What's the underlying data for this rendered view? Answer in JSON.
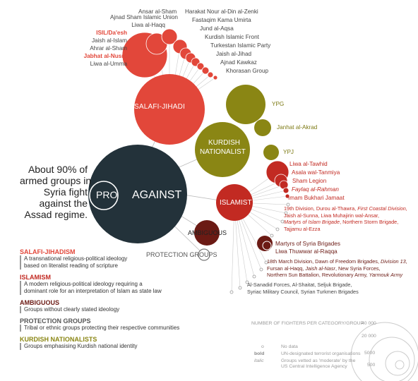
{
  "headline": "About 90% of armed groups in Syria fight against the Assad regime.",
  "headline_lines": [
    "About 90% of",
    "armed groups in",
    "Syria fight",
    "against the",
    "Assad regime."
  ],
  "circles": {
    "pro": "PRO",
    "against": "AGAINST",
    "salafi": "SALAFI-JIHADI",
    "kurdish_line1": "KURDISH",
    "kurdish_line2": "NATIONALIST",
    "islamist": "ISLAMIST",
    "ambiguous": "AMBIGUOUS",
    "protection": "PROTECTION GROUPS"
  },
  "groups": {
    "top_right": [
      "Ansar al-Sham",
      "Harakat Nour al-Din al-Zenki",
      "Fastaqim Kama Umirta",
      "Jund al-Aqsa",
      "Kurdish Islamic Front",
      "Turkestan Islamic Party",
      "Jaish al-Jihad",
      "Ajnad Kawkaz",
      "Khorasan Group"
    ],
    "top_left": [
      "Ajnad Sham Islamic Union",
      "Liwa al-Haqq",
      "ISIL/Da'esh",
      "Jaish al-Islam",
      "Ahrar al-Sham",
      "Jabhat al-Nusra",
      "Liwa al-Umma"
    ],
    "kurdish": [
      "YPG",
      "Janhat al-Akrad",
      "YPJ"
    ],
    "islamist_1": [
      "Liwa al-Tawhid",
      "Asala wal-Tanmiya",
      "Sham Legion",
      "Faylaq al-Rahman",
      "Imam Bukhari Jamaat"
    ],
    "islamist_2_l1a": "19th Division, Durou al-Thawra, ",
    "islamist_2_l1b": "First Coastal Division,",
    "islamist_2_l2": "Jaish al-Sunna, Liwa Muhajirin wal-Ansar,",
    "islamist_2_l3a": "Martyrs of Islam Brigade",
    "islamist_2_l3b": ", Northern Storm Brigade,",
    "islamist_2_l4": "Tajjamu al-Ezza",
    "ambiguous": [
      "Martyrs of Syria Brigades",
      "Liwa Thuwwar al-Raqqa"
    ],
    "ambiguous_2_l1a": "18th March Division, Dawn of Freedom Brigades, ",
    "ambiguous_2_l1b": "Division 13,",
    "ambiguous_2_l2a": "Fursan al-Haqq, ",
    "ambiguous_2_l2b": "Jaish al-Nasr",
    "ambiguous_2_l2c": ", New Syria Forces,",
    "ambiguous_2_l3a": "Northern Sun Battalion, Revolutionary Army, ",
    "ambiguous_2_l3b": "Yarmouk Army",
    "protection": [
      "Al-Sanadid Forces, Al-Shaitat, Seljuk Brigade,",
      "Syriac Military Council, Syrian Turkmen Brigades"
    ]
  },
  "definitions": [
    {
      "title": "SALAFI-JIHADISM",
      "color": "#e2473a",
      "lines": [
        "A transnational religious-political ideology",
        "based on literalist reading of scripture"
      ]
    },
    {
      "title": "ISLAMISM",
      "color": "#c22a22",
      "lines": [
        "A modern religious-political ideology requiring a",
        "dominant role for an interpretation of Islam as state law"
      ]
    },
    {
      "title": "AMBIGUOUS",
      "color": "#6b1a14",
      "lines": [
        "Groups without clearly stated ideology"
      ]
    },
    {
      "title": "PROTECTION GROUPS",
      "color": "#555555",
      "lines": [
        "Tribal or ethnic groups protecting their respective communities"
      ]
    },
    {
      "title": "KURDISH NATIONALISTS",
      "color": "#8a8614",
      "lines": [
        "Groups emphasising Kurdish national identity"
      ]
    }
  ],
  "legend": {
    "title": "NUMBER OF FIGHTERS PER CATEGORY/GROUP",
    "sizes": [
      "40 000",
      "20 000",
      "5000",
      "500"
    ],
    "nodata_symbol": "o",
    "nodata": "No data",
    "bold_symbol": "bold",
    "bold": "UN-designated terrorist organisations",
    "italic_symbol": "italic",
    "italic": "Groups vetted as 'moderate' by the US Central Intelligence Agency"
  },
  "colors": {
    "salafi": "#e2473a",
    "against": "#23323a",
    "kurdish": "#8a8614",
    "islamist": "#c22a22",
    "ambiguous": "#6b1a14",
    "protection": "#7a7a7a"
  }
}
